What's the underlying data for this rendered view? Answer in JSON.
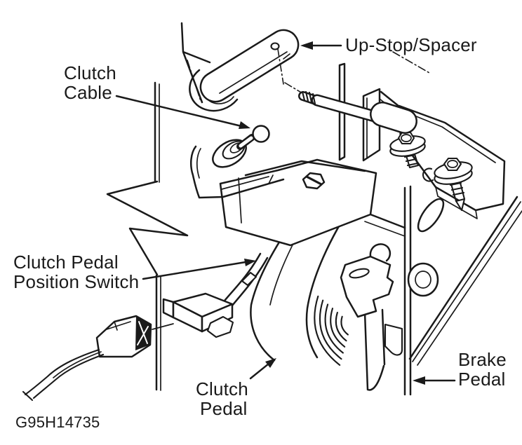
{
  "figure": {
    "background_color": "#ffffff",
    "ink_color": "#1a1a1a",
    "code": "G95H14735",
    "labels": {
      "up_stop_spacer": "Up-Stop/Spacer",
      "clutch_cable_l1": "Clutch",
      "clutch_cable_l2": "Cable",
      "position_switch_l1": "Clutch Pedal",
      "position_switch_l2": "Position Switch",
      "clutch_pedal_l1": "Clutch",
      "clutch_pedal_l2": "Pedal",
      "brake_pedal_l1": "Brake",
      "brake_pedal_l2": "Pedal"
    }
  }
}
